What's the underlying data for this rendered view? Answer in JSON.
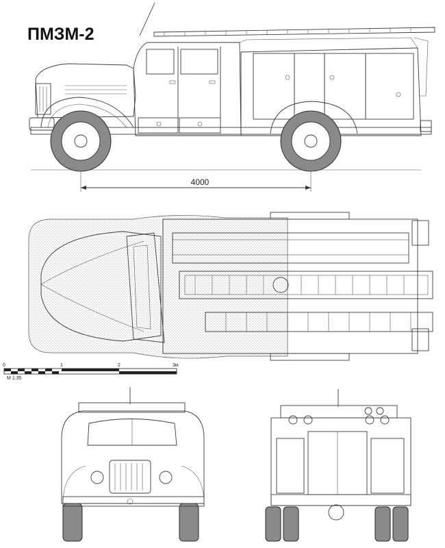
{
  "title": "ПМЗМ-2",
  "dimension": {
    "wheelbase_label": "4000"
  },
  "scale": {
    "ticks": [
      "0",
      "1",
      "2",
      "3м"
    ],
    "ratio": "М 1:35"
  }
}
